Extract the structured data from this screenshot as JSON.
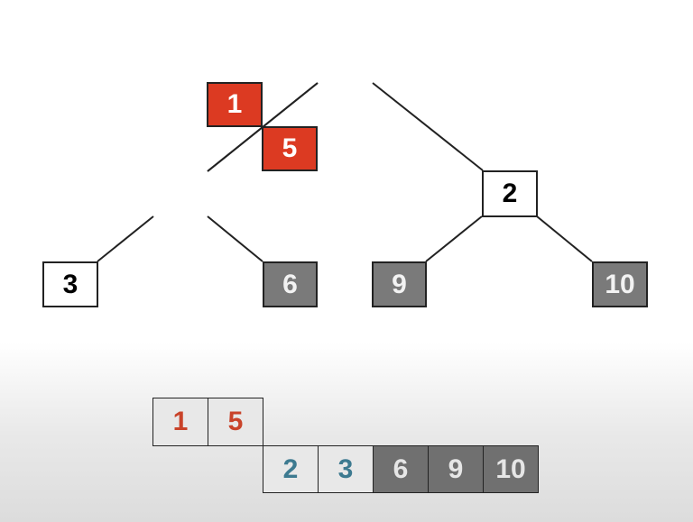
{
  "tree": {
    "removed_nodes": [
      "1",
      "5"
    ],
    "nodes": {
      "n2": "2",
      "n3": "3",
      "n6": "6",
      "n9": "9",
      "n10": "10"
    }
  },
  "array": {
    "row1": [
      "1",
      "5"
    ],
    "row2": [
      "2",
      "3",
      "6",
      "9",
      "10"
    ]
  },
  "colors": {
    "red": "#dc3a22",
    "gray": "#7a7a7a",
    "blue_text": "#3d7a90"
  }
}
